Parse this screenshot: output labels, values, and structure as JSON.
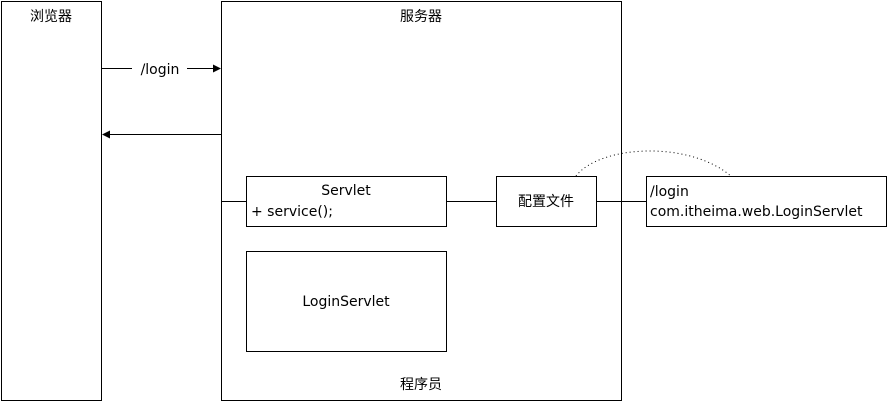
{
  "browser": {
    "title": "浏览器"
  },
  "server": {
    "title": "服务器",
    "footer": "程序员"
  },
  "request": {
    "label": "/login"
  },
  "servlet_interface": {
    "name": "Servlet",
    "method": "+ service();"
  },
  "config_file": {
    "label": "配置文件"
  },
  "mapping": {
    "path": "/login",
    "class_name": "com.itheima.web.LoginServlet"
  },
  "login_servlet": {
    "label": "LoginServlet"
  }
}
